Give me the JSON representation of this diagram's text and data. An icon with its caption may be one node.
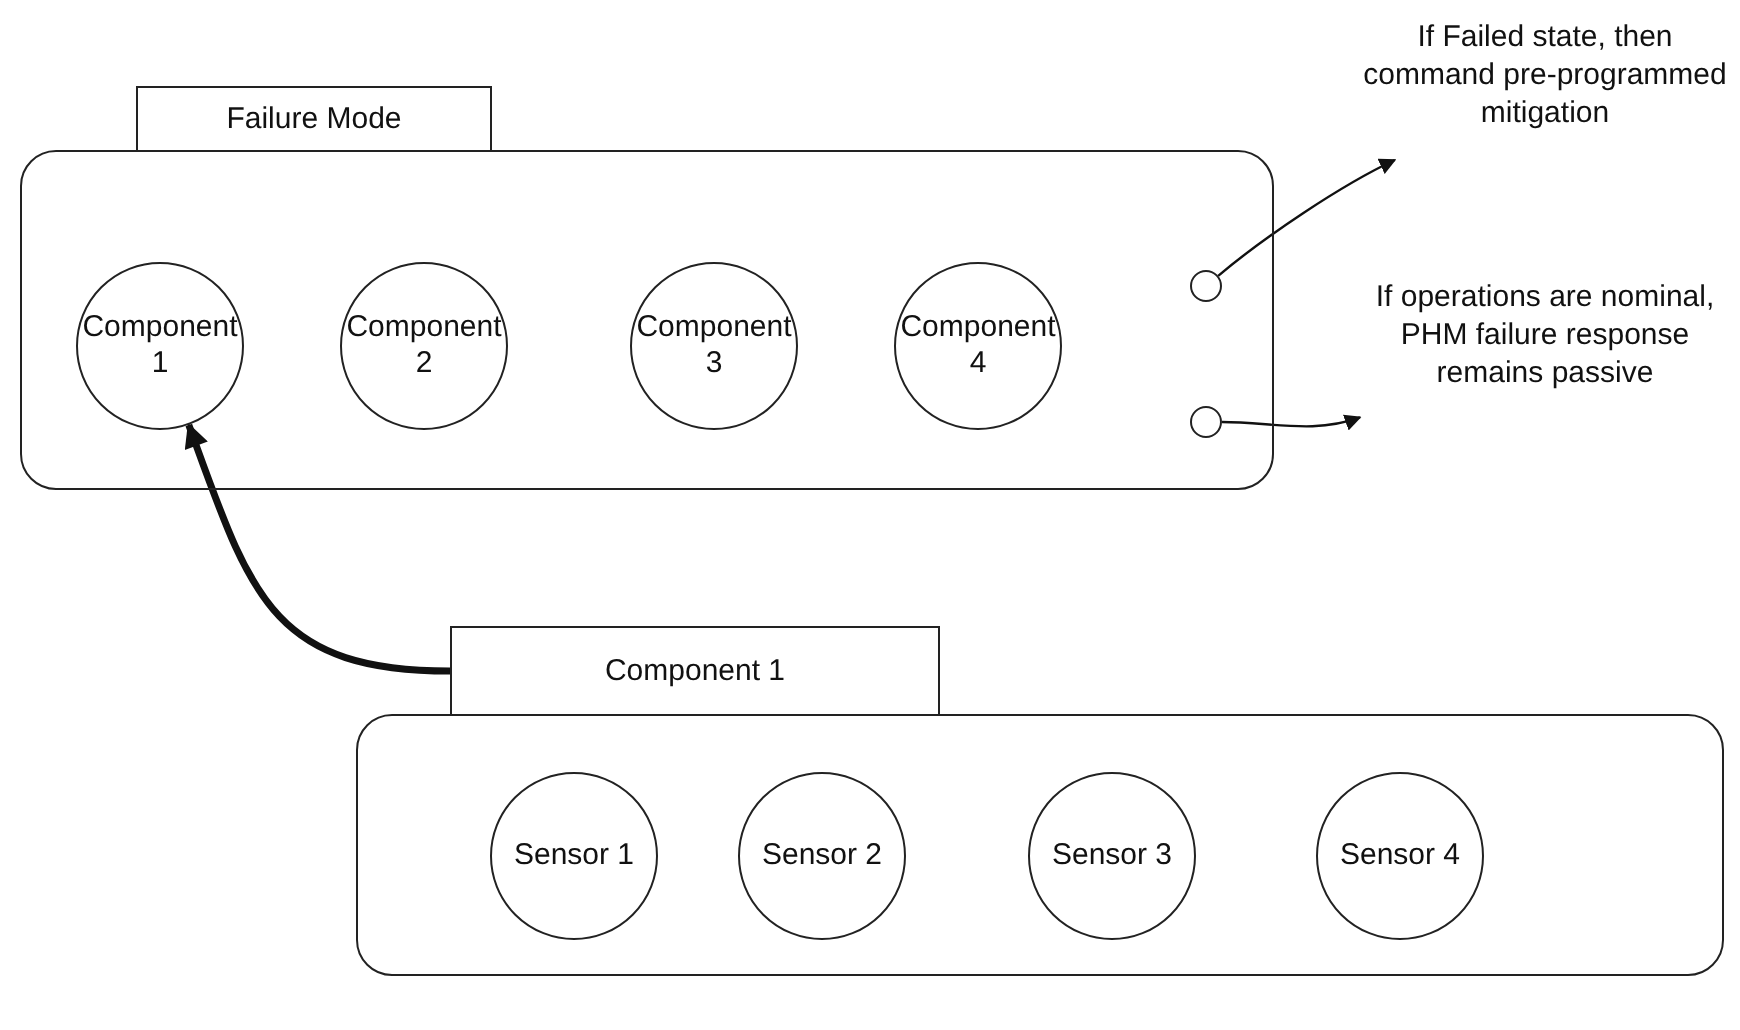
{
  "diagram": {
    "nodes": [
      {
        "text": [
          "Failure Mode"
        ]
      },
      {
        "text": [
          "Component 1"
        ],
        "in": 0
      },
      {
        "text": [
          "Component 2"
        ],
        "in": 0
      },
      {
        "text": [
          "Component 3"
        ],
        "in": 0
      },
      {
        "text": [
          "Component 4"
        ],
        "in": 0
      },
      {
        "text": [],
        "shape": "circle",
        "in": 0
      },
      {
        "text": [],
        "shape": "circle",
        "in": 0
      },
      {
        "text": [
          "If Failed state, then command pre-programmed mitigation"
        ]
      },
      {
        "text": [
          "If operations are nominal, PHM failure response remains passive"
        ]
      },
      {
        "text": [
          "Component 1"
        ]
      },
      {
        "text": [
          "Sensor 1"
        ],
        "in": 9
      },
      {
        "text": [
          "Sensor 2"
        ],
        "in": 9
      },
      {
        "text": [
          "Sensor 3"
        ],
        "in": 9
      },
      {
        "text": [
          "Sensor 4"
        ],
        "in": 9
      }
    ],
    "edges": [
      {
        "from": 5,
        "to": 7,
        "arrow": "to"
      },
      {
        "from": 6,
        "to": 8,
        "arrow": "to"
      },
      {
        "from": 9,
        "to": 1,
        "arrow": "to",
        "style": "thick"
      }
    ]
  }
}
